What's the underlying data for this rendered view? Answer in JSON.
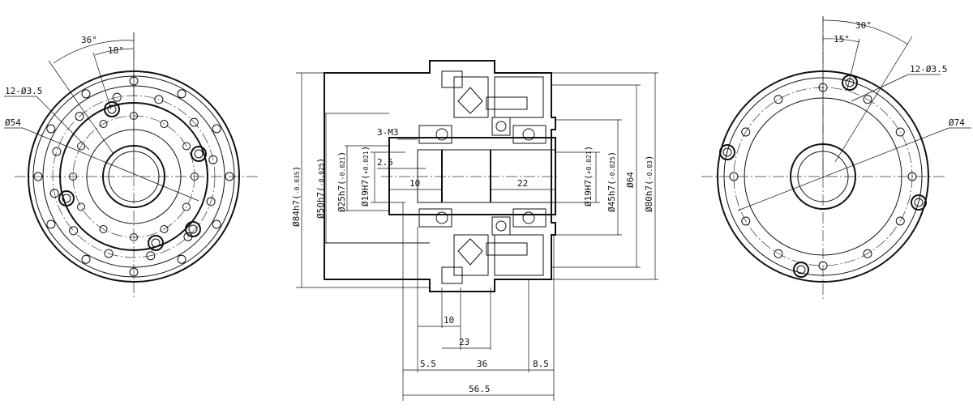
{
  "title": "Harmonic reducer component drawing",
  "left_view": {
    "angle_outer": "36°",
    "angle_inner": "18°",
    "holes_label": "12-Ø3.5",
    "pitch_label": "Ø54"
  },
  "section_view": {
    "d84": "Ø84h7",
    "d84_tol_up": "0",
    "d84_tol_low": "-0.035",
    "d50": "Ø50h7",
    "d50_tol_up": "0",
    "d50_tol_low": "-0.025",
    "d25": "Ø25h7",
    "d25_tol_up": "0",
    "d25_tol_low": "-0.021",
    "d19_left": "Ø19H7",
    "d19_left_tol_up": "+0.021",
    "d19_left_tol_low": "0",
    "d19_right": "Ø19H7",
    "d19_right_tol_up": "+0.021",
    "d19_right_tol_low": "0",
    "d45": "Ø45h7",
    "d45_tol_up": "0",
    "d45_tol_low": "-0.025",
    "d64": "Ø64",
    "d80": "Ø80h7",
    "d80_tol_up": "0",
    "d80_tol_low": "-0.03",
    "thread": "3-M3",
    "dim_2_5": "2.5",
    "dim_10_top": "10",
    "dim_22": "22",
    "dim_10_bottom": "10",
    "dim_23": "23",
    "dim_5_5": "5.5",
    "dim_36": "36",
    "dim_8_5": "8.5",
    "dim_56_5": "56.5"
  },
  "right_view": {
    "angle_outer": "30°",
    "angle_inner": "15°",
    "holes_label": "12-Ø3.5",
    "pitch_label": "Ø74"
  }
}
